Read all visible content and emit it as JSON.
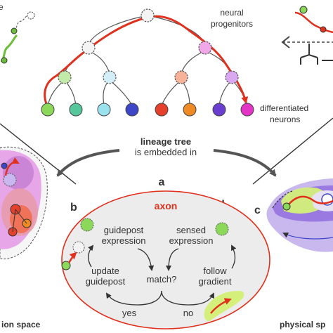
{
  "labels": {
    "neural_progenitors_1": "neural",
    "neural_progenitors_2": "progenitors",
    "differentiated_1": "differentiated",
    "differentiated_2": "neurons",
    "lineage_tree_1": "lineage tree",
    "lineage_tree_2": "is embedded in",
    "panel_a": "a",
    "panel_b": "b",
    "panel_c": "c",
    "panel_d": "d",
    "axon": "axon",
    "guidepost_expression_1": "guidepost",
    "guidepost_expression_2": "expression",
    "sensed_expression_1": "sensed",
    "sensed_expression_2": "expression",
    "update_guidepost_1": "update",
    "update_guidepost_2": "guidepost",
    "match": "match?",
    "follow_gradient_1": "follow",
    "follow_gradient_2": "gradient",
    "yes": "yes",
    "no": "no",
    "expression_space": "ion space",
    "physical_space": "physical sp"
  },
  "leaf_colors": [
    "#8cd85a",
    "#55c79a",
    "#9be2f0",
    "#3d45c8",
    "#e5402b",
    "#f08a24",
    "#6a3fd0",
    "#e334c8"
  ],
  "colors": {
    "path_red": "#e0301e",
    "arrow_gray": "#555555",
    "ellipse_fill": "#ececec",
    "ellipse_stroke": "#e0301e"
  }
}
